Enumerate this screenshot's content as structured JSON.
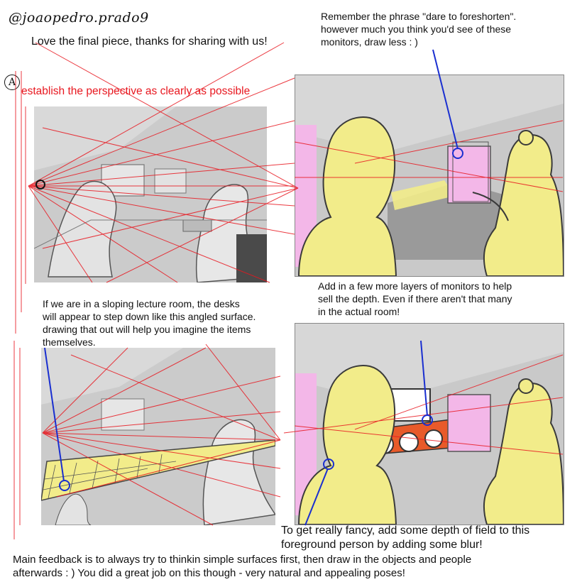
{
  "handle": "@joaopedro.prado9",
  "greeting": "Love the final piece, thanks for sharing with us!",
  "section_letter": "A",
  "step_a": "establish the perspective as clearly as possible",
  "note_foreshorten": [
    "Remember the phrase \"dare to foreshorten\".",
    "however much you think you'd see of these",
    "monitors, draw less : )"
  ],
  "note_sloping": [
    "If we are in a sloping lecture room, the desks",
    "will appear to step down like this angled surface.",
    "drawing that out will help you imagine the items",
    "themselves."
  ],
  "note_layers": [
    "Add in a few more layers of monitors to help",
    "sell the depth.  Even if there aren't that many",
    "in the actual room!"
  ],
  "note_blur": [
    "To get really fancy, add some depth of field to this",
    "foreground person by adding some blur!"
  ],
  "main_feedback": [
    "Main feedback is to always try to thinkin simple surfaces first, then draw in the objects and people",
    "afterwards : ) You did a great job on this though - very natural and appealing poses!"
  ],
  "colors": {
    "perspective_lines": "#e8171f",
    "pointer_lines": "#1a2fd0",
    "highlight_yellow": "#f2ec8a",
    "highlight_pink": "#f3b7e8",
    "panel_gray": "#c9c9c9"
  }
}
